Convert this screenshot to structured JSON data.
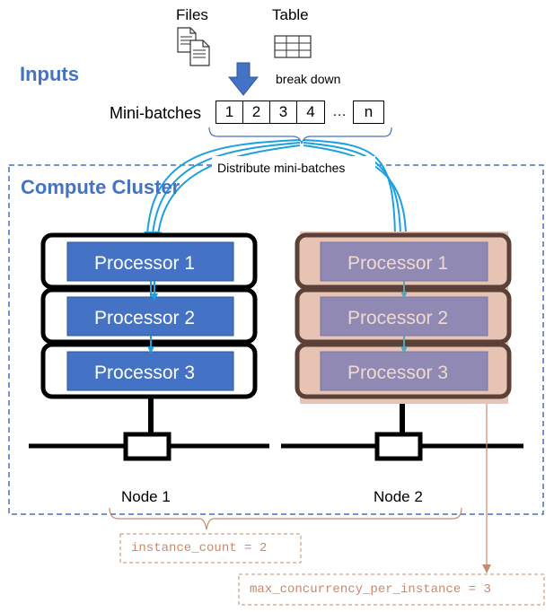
{
  "inputs": {
    "title": "Inputs",
    "files_label": "Files",
    "table_label": "Table",
    "break_down_label": "break down",
    "minibatches_label": "Mini-batches",
    "batches": [
      "1",
      "2",
      "3",
      "4",
      "…",
      "n"
    ]
  },
  "distribute_label": "Distribute mini-batches",
  "cluster": {
    "title": "Compute Cluster",
    "nodes": [
      {
        "label": "Node 1",
        "processors": [
          "Processor 1",
          "Processor 2",
          "Processor 3"
        ],
        "active": true
      },
      {
        "label": "Node 2",
        "processors": [
          "Processor 1",
          "Processor 2",
          "Processor 3"
        ],
        "active": false
      }
    ]
  },
  "params": {
    "instance_count": "instance_count = 2",
    "max_concurrency": "max_concurrency_per_instance = 3"
  },
  "colors": {
    "heading": "#4472c4",
    "processor_active": "#4472c4",
    "processor_inactive": "#8f89b4",
    "node_inactive_bg": "#e6c3b3",
    "arrow": "#1ba1e2",
    "dashed_border": "#4472c4",
    "annotation": "#c9896b",
    "processor_text_inactive": "#efd9cf"
  },
  "icons": [
    "files-icon",
    "table-icon",
    "down-arrow-icon"
  ]
}
